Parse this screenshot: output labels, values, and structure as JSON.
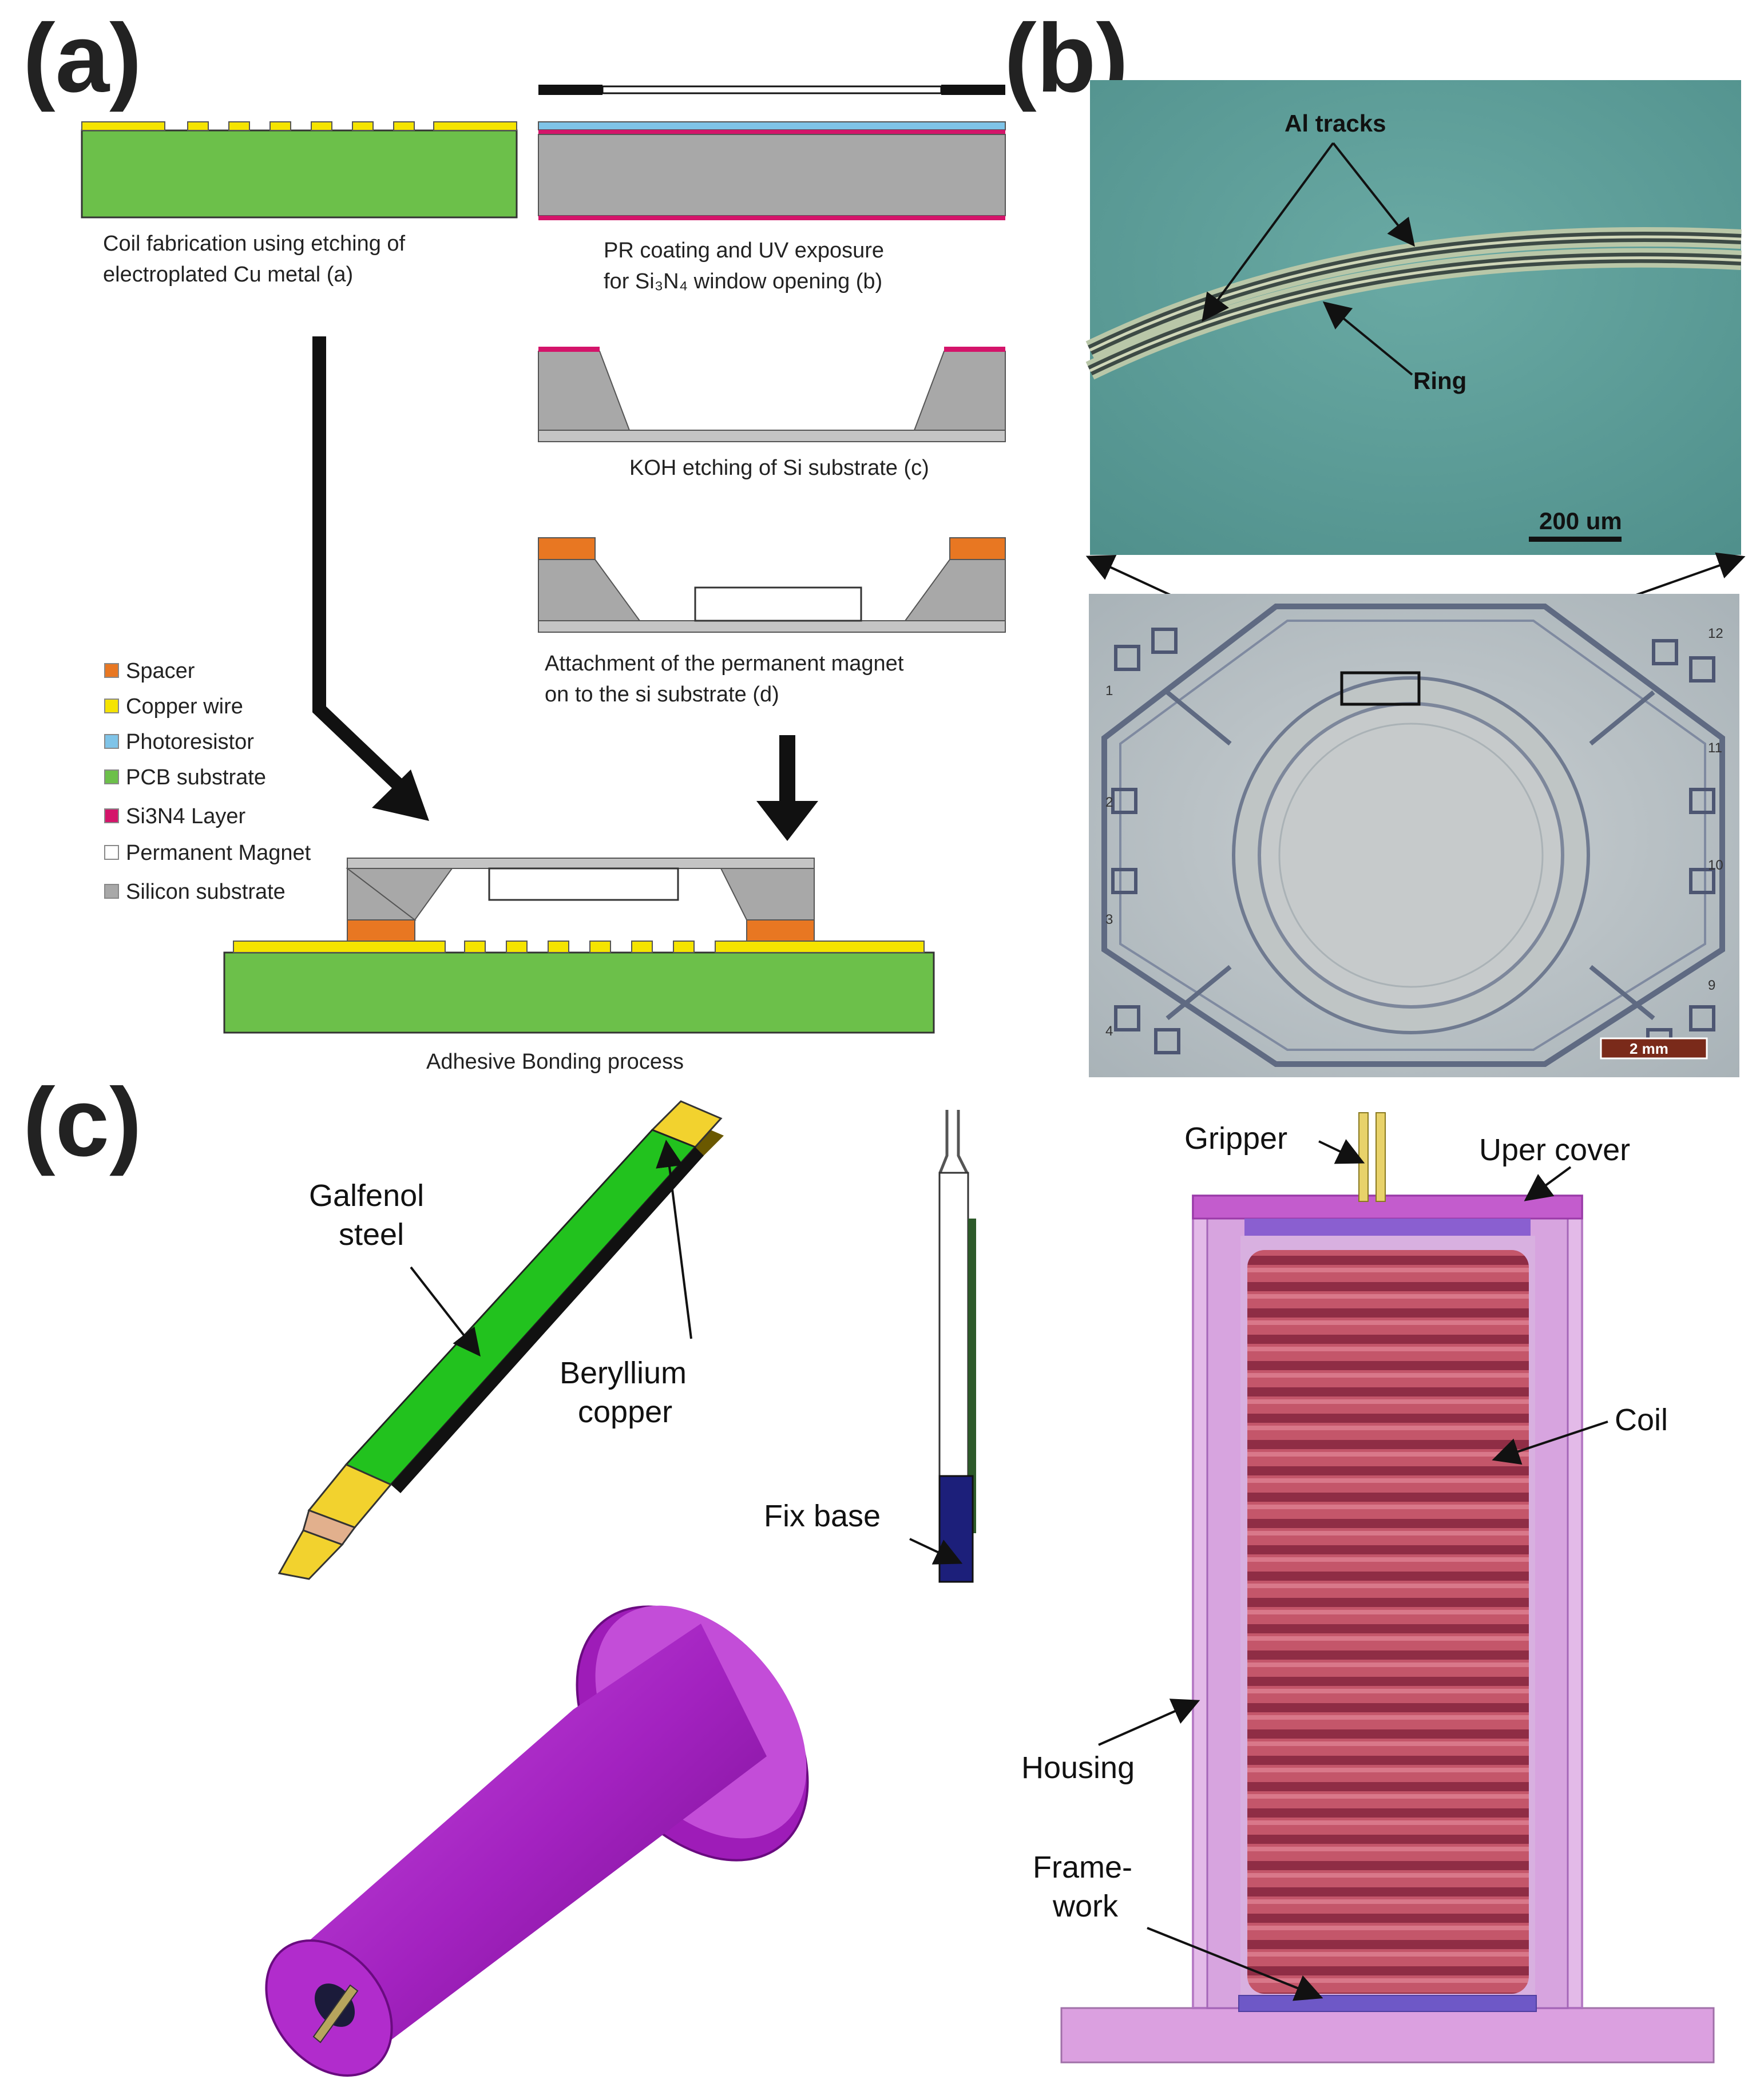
{
  "panel_labels": [
    "(a)",
    "(b)",
    "(c)"
  ],
  "panel_a": {
    "step_a": [
      "Coil fabrication using etching of",
      "electroplated Cu metal  (a)"
    ],
    "step_b": [
      "PR coating and UV exposure",
      "for Si₃N₄ window opening  (b)"
    ],
    "step_c": "KOH etching of Si substrate (c)",
    "step_d": [
      "Attachment of the  permanent magnet",
      "on to the si substrate (d)"
    ],
    "final": "Adhesive Bonding process",
    "legend": [
      {
        "label": "Spacer",
        "color": "#e87722"
      },
      {
        "label": "Copper wire",
        "color": "#f5e400"
      },
      {
        "label": "Photoresistor",
        "color": "#7fc4e8"
      },
      {
        "label": "PCB substrate",
        "color": "#6cc04a"
      },
      {
        "label": "Si3N4 Layer",
        "color": "#d4146a"
      },
      {
        "label": "Permanent Magnet",
        "color": "#ffffff"
      },
      {
        "label": "Silicon substrate",
        "color": "#a8a8a8"
      }
    ]
  },
  "panel_b": {
    "tracks_label": "Al tracks",
    "ring_label": "Ring",
    "scale_top": "200 um",
    "scale_bottom": "2 mm",
    "pad_numbers": [
      "1",
      "2",
      "3",
      "4",
      "12",
      "11",
      "10",
      "9"
    ]
  },
  "panel_c": {
    "galfenol": [
      "Galfenol",
      "steel"
    ],
    "beryllium": [
      "Beryllium",
      "copper"
    ],
    "fix_base": "Fix base",
    "gripper": "Gripper",
    "upper_cover": "Uper cover",
    "coil": "Coil",
    "housing": "Housing",
    "framework": [
      "Frame-",
      "work"
    ]
  },
  "colors": {
    "pcb": "#6cc04a",
    "copper": "#f5e400",
    "silicon": "#a8a8a8",
    "si3n4": "#d4146a",
    "photoresist": "#7fc4e8",
    "spacer": "#e87722",
    "micro_bg": "#5f9f9a",
    "device_bg": "#b9c2c6",
    "housing": "#c98bd6",
    "coil": "#b5405a",
    "bobbin": "#b22fcf",
    "galfenol": "#22c21e",
    "fix_base": "#1c1f7a"
  }
}
